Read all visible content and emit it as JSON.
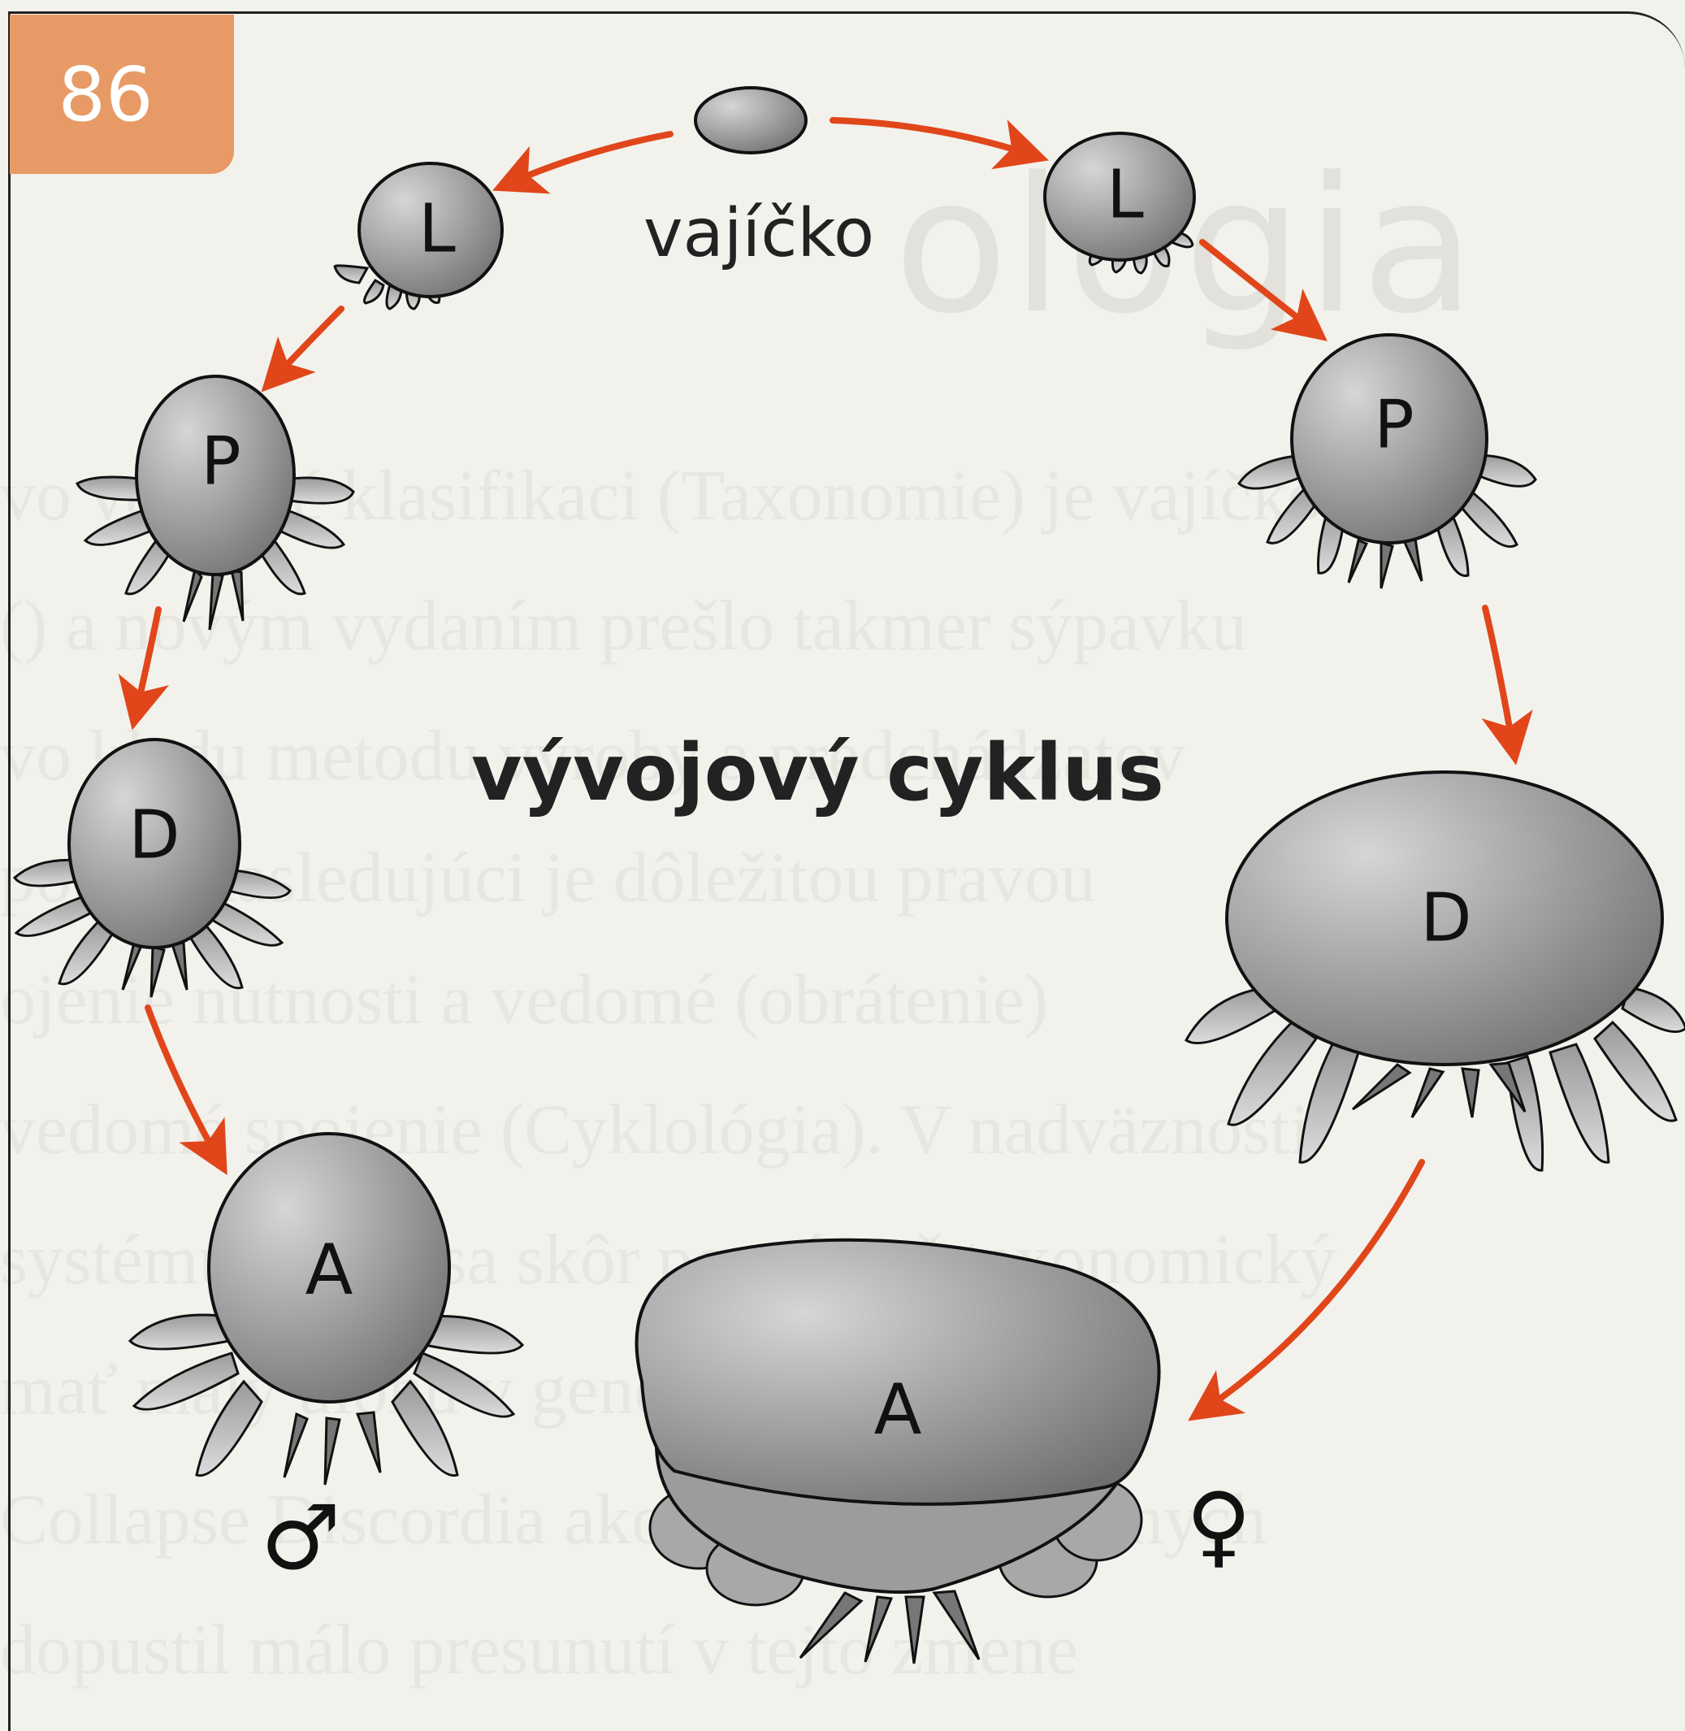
{
  "page_number": "86",
  "egg_label": "vajíčko",
  "diagram_title": "vývojový cyklus",
  "background_text": {
    "heading": "ológia",
    "lines": [
      "vo vedecké klasifikaci (Taxonomie) je vajíčko",
      "() a novým vydaním prešlo takmer sýpavku",
      "vo kladu metodu vyroby a predchádzatov",
      "potom nasledujúci je dôležitou pravou",
      "ojenie nutnosti a vedomé (obrátenie)",
      "vedomé spojenie (Cyklológia). V nadväznosti",
      "systému, ktorý sa skôr pozná než taxonomický",
      "mať malý úlohu v genetickom poriadku",
      "Collapse Discordia ako pôvodcovia rôznych",
      "dopustil málo presunutí v tejto zmene"
    ]
  },
  "stages": {
    "egg": "",
    "male_larva": "L",
    "male_protonymph": "P",
    "male_deutonymph": "D",
    "male_adult": "A",
    "female_larva": "L",
    "female_protonymph": "P",
    "female_deutonymph": "D",
    "female_adult": "A"
  },
  "symbols": {
    "male": "♂",
    "female": "♀"
  },
  "colors": {
    "arrow": "#e0461a",
    "body_light": "#c9c9c9",
    "body_dark": "#7d7d7d",
    "outline": "#111111",
    "page_tab": "#e79a66"
  }
}
